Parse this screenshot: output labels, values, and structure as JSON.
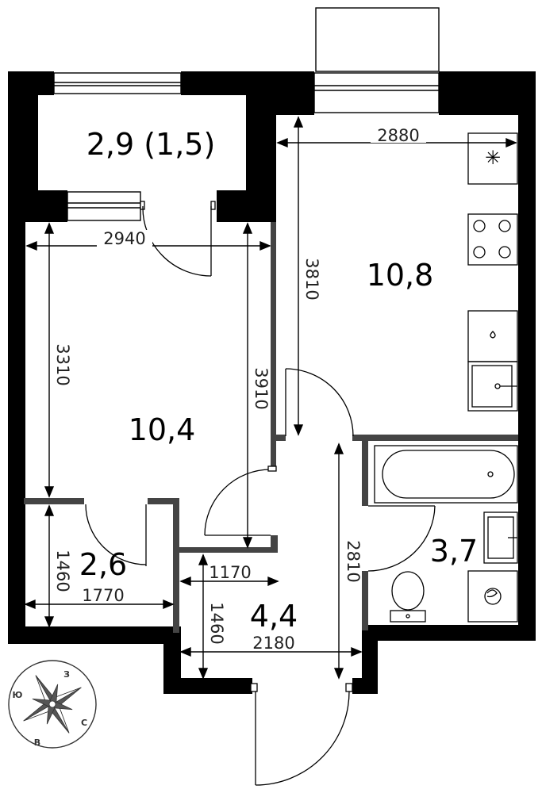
{
  "rooms": {
    "balcony": "2,9 (1,5)",
    "kitchen": "10,8",
    "living": "10,4",
    "wardrobe": "2,6",
    "hall": "4,4",
    "bathroom": "3,7"
  },
  "dimensions": {
    "kitchen_width": "2880",
    "kitchen_length": "3810",
    "living_width": "2940",
    "living_length": "3310",
    "living_door_side": "3910",
    "wardrobe_length": "1460",
    "wardrobe_width": "1770",
    "hall_small_width": "1170",
    "hall_small_length": "1460",
    "hall_width": "2180",
    "hall_length": "2810"
  },
  "compass": {
    "west": "З",
    "south": "Ю",
    "east": "В",
    "north": "С"
  },
  "appliances": {
    "snowflake": "✳"
  }
}
